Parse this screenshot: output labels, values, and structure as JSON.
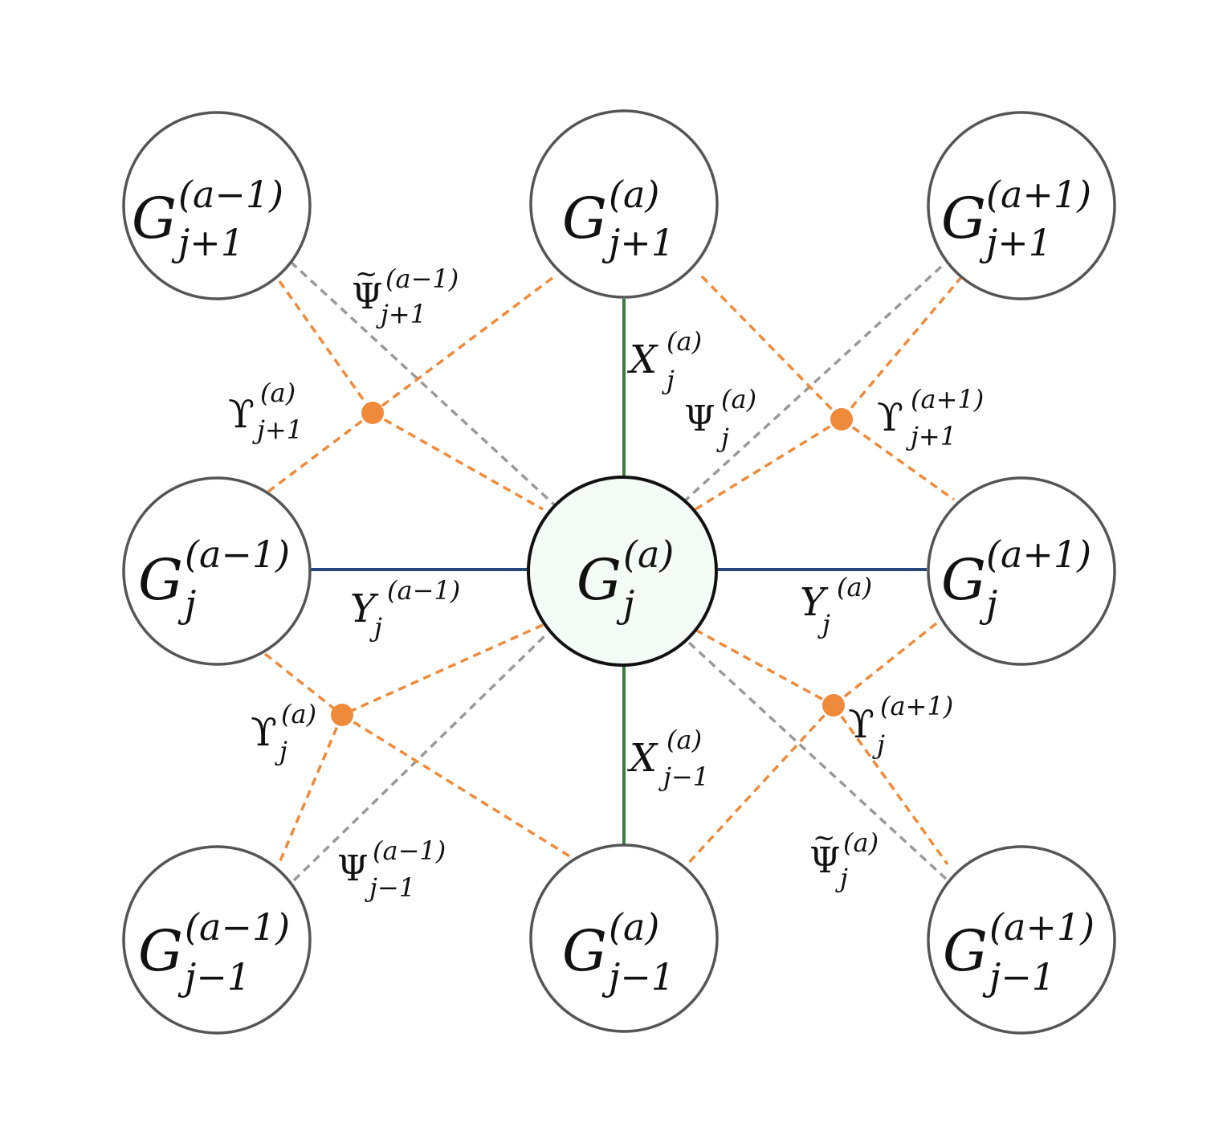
{
  "nodes": [
    {
      "id": "g-a-1-j+1",
      "base": "G",
      "sup": "(a−1)",
      "sub": "j+1"
    },
    {
      "id": "g-a-j+1",
      "base": "G",
      "sup": "(a)",
      "sub": "j+1"
    },
    {
      "id": "g-a+1-j+1",
      "base": "G",
      "sup": "(a+1)",
      "sub": "j+1"
    },
    {
      "id": "g-a-1-j",
      "base": "G",
      "sup": "(a−1)",
      "sub": "j"
    },
    {
      "id": "g-a-j",
      "base": "G",
      "sup": "(a)",
      "sub": "j",
      "center": true
    },
    {
      "id": "g-a+1-j",
      "base": "G",
      "sup": "(a+1)",
      "sub": "j"
    },
    {
      "id": "g-a-1-j-1",
      "base": "G",
      "sup": "(a−1)",
      "sub": "j−1"
    },
    {
      "id": "g-a-j-1",
      "base": "G",
      "sup": "(a)",
      "sub": "j−1"
    },
    {
      "id": "g-a+1-j-1",
      "base": "G",
      "sup": "(a+1)",
      "sub": "j−1"
    }
  ],
  "edge_labels": [
    {
      "id": "x-j",
      "base": "X",
      "sup": "(a)",
      "sub": "j"
    },
    {
      "id": "x-j-1",
      "base": "X",
      "sup": "(a)",
      "sub": "j−1"
    },
    {
      "id": "y-a-1-j",
      "base": "Y",
      "sup": "(a−1)",
      "sub": "j"
    },
    {
      "id": "y-a-j",
      "base": "Y",
      "sup": "(a)",
      "sub": "j"
    },
    {
      "id": "psi-j",
      "base": "Ψ",
      "sup": "(a)",
      "sub": "j"
    },
    {
      "id": "psi-a-1-j-1",
      "base": "Ψ",
      "sup": "(a−1)",
      "sub": "j−1"
    },
    {
      "id": "psitilde-a-1-j+1",
      "base": "Ψ",
      "sup": "(a−1)",
      "sub": "j+1",
      "tilde": true
    },
    {
      "id": "psitilde-j",
      "base": "Ψ",
      "sup": "(a)",
      "sub": "j",
      "tilde": true
    },
    {
      "id": "ups-j+1",
      "base": "ϒ",
      "sup": "(a)",
      "sub": "j+1"
    },
    {
      "id": "ups-j",
      "base": "ϒ",
      "sup": "(a)",
      "sub": "j"
    },
    {
      "id": "ups-a+1-j+1",
      "base": "ϒ",
      "sup": "(a+1)",
      "sub": "j+1"
    },
    {
      "id": "ups-a+1-j",
      "base": "ϒ",
      "sup": "(a+1)",
      "sub": "j"
    }
  ],
  "colors": {
    "x_edge": "#3b7d3b",
    "y_edge": "#26467a",
    "upsilon_edge": "#ee8a3a",
    "psi_edge": "#999999",
    "center_fill": "#f4faf6"
  }
}
